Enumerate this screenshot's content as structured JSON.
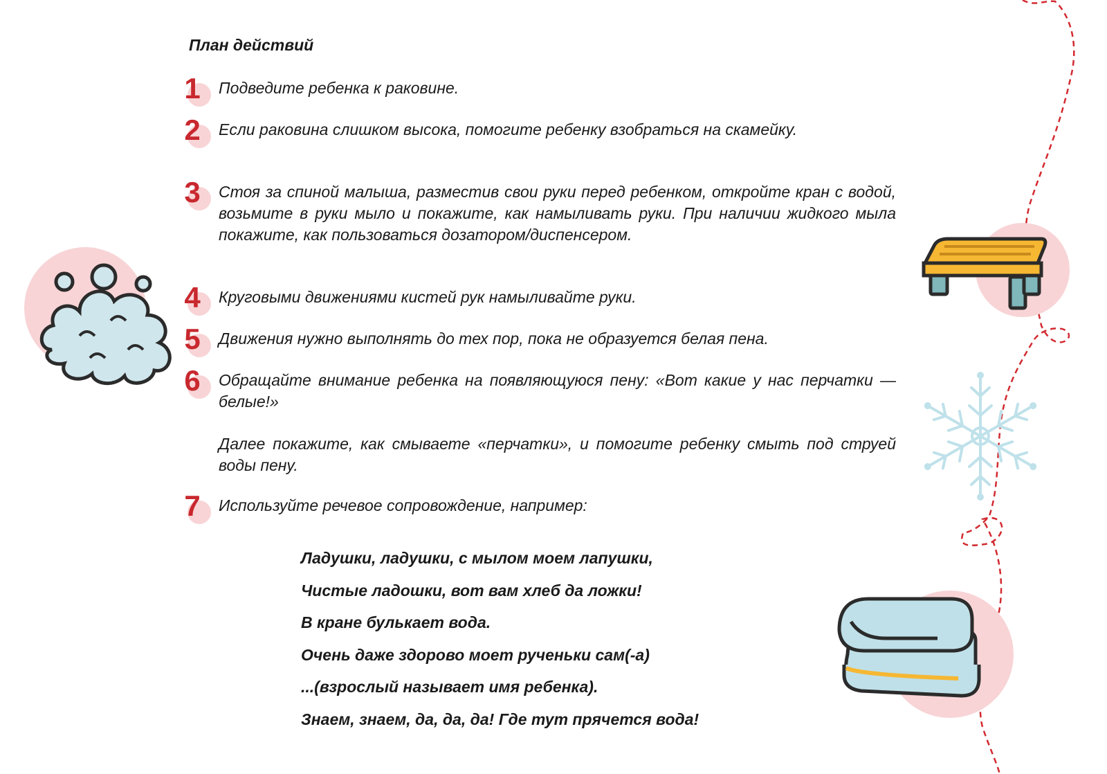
{
  "title": "План действий",
  "steps": [
    {
      "number": "1",
      "text": "Подведите ребенка к раковине."
    },
    {
      "number": "2",
      "text": "Если раковина слишком высока, помогите ребенку взобраться на скамейку."
    },
    {
      "number": "3",
      "text": "Стоя за спиной малыша, разместив свои руки перед ребенком, откройте кран с водой, возьмите в руки мыло и покажите, как намыливать руки. При наличии жидкого мыла покажите, как пользоваться дозатором/диспенсером."
    },
    {
      "number": "4",
      "text": "Круговыми движениями кистей рук намыливайте руки."
    },
    {
      "number": "5",
      "text": "Движения нужно выполнять до тех пор, пока не образуется белая пена."
    },
    {
      "number": "6",
      "text": "Обращайте внимание ребенка на появляющуюся пену: «Вот какие у нас перчатки — белые!»",
      "extra": "Далее покажите, как смываете «перчатки», и помогите ребенку смыть под струей воды пену."
    },
    {
      "number": "7",
      "text": "Используйте речевое сопровождение, например:"
    }
  ],
  "poem": [
    "Ладушки, ладушки, с мылом моем лапушки,",
    "Чистые ладошки, вот вам хлеб да ложки!",
    "В кране булькает вода.",
    "Очень даже здорово моет рученьки сам(-а)",
    "...(взрослый называет имя ребенка).",
    "Знаем, знаем, да, да, да! Где тут прячется вода!"
  ],
  "illustrations": [
    "soap-foam-icon",
    "bench-icon",
    "snowflake-icon",
    "towel-icon"
  ],
  "colors": {
    "accent": "#c8282e",
    "soft_pink": "#f8d4d6",
    "text": "#1a1a1a",
    "foam": "#cfe6ec",
    "bench_seat": "#f6b733",
    "bench_legs": "#7fb7bb",
    "towel": "#bfe0e8",
    "snowflake": "#bfe1ea"
  }
}
